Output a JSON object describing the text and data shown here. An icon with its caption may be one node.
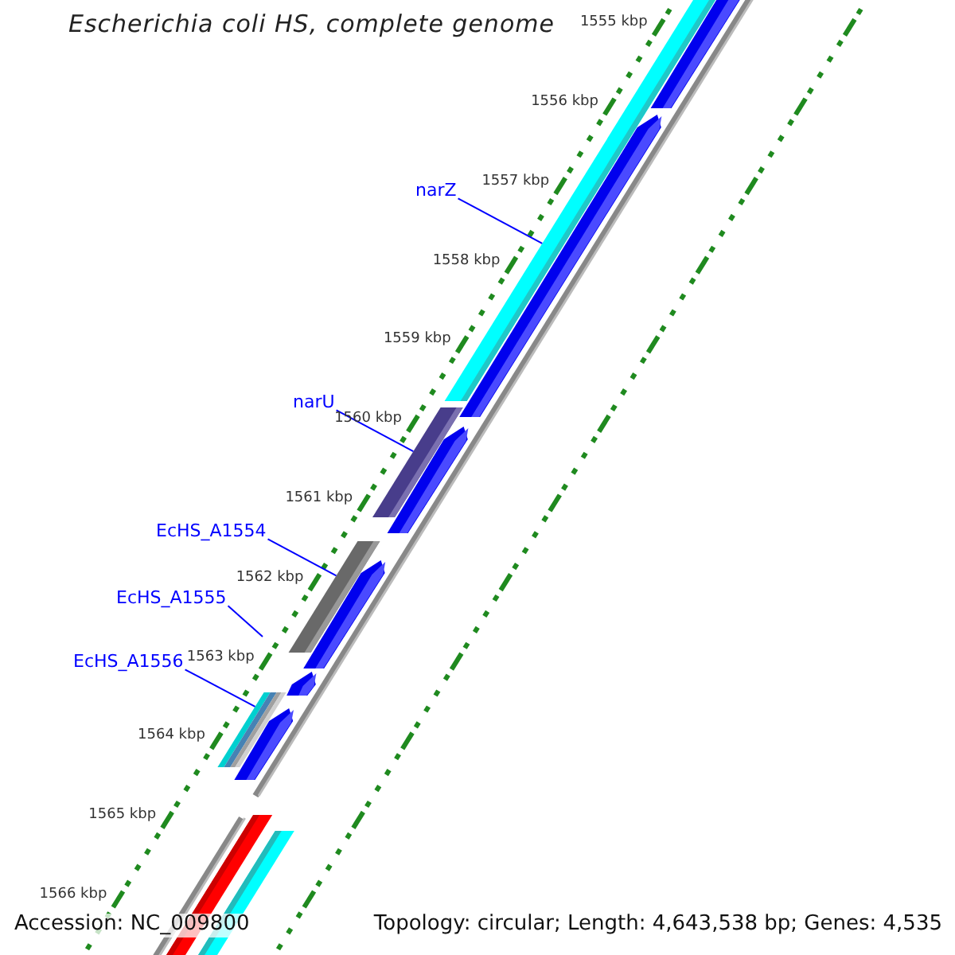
{
  "diagram": {
    "title": "Escherichia coli HS, complete genome",
    "nodes": [
      {
        "text": [
          "narZ"
        ]
      },
      {
        "text": [
          "narU"
        ]
      },
      {
        "text": [
          "EcHS_A1554"
        ]
      },
      {
        "text": [
          "EcHS_A1555"
        ]
      },
      {
        "text": [
          "EcHS_A1556"
        ]
      },
      {
        "text": [],
        "shape": "bar"
      },
      {
        "text": [],
        "shape": "bar"
      },
      {
        "text": [],
        "shape": "bar"
      },
      {
        "text": [],
        "shape": "bar"
      }
    ],
    "edges": [
      {
        "from": 0,
        "to": 5,
        "arrow": "none"
      },
      {
        "from": 1,
        "to": 6,
        "arrow": "none"
      },
      {
        "from": 2,
        "to": 7,
        "arrow": "none"
      },
      {
        "from": 3,
        "to": null,
        "arrow": "none"
      },
      {
        "from": 4,
        "to": 8,
        "arrow": "none"
      }
    ],
    "labels": [
      "1555 kbp",
      "1556 kbp",
      "1557 kbp",
      "1558 kbp",
      "1559 kbp",
      "1560 kbp",
      "1561 kbp",
      "1562 kbp",
      "1563 kbp",
      "1564 kbp",
      "1565 kbp",
      "1566 kbp",
      "Accession: NC_009800",
      "Topology: circular; Length: 4,643,538 bp; Genes: 4,535"
    ]
  }
}
